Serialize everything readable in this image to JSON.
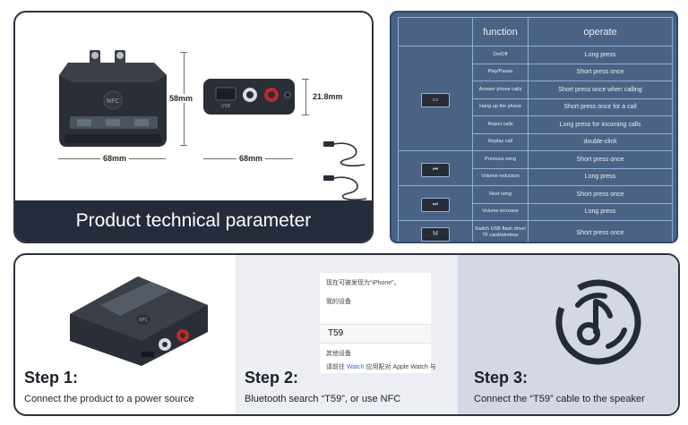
{
  "panel_params": {
    "banner": "Product technical parameter",
    "dims": {
      "height": "58mm",
      "width_front": "68mm",
      "width_back": "68mm",
      "depth": "21.8mm"
    }
  },
  "function_table": {
    "header_function": "function",
    "header_operate": "operate",
    "groups": [
      {
        "icon": "play-pause-icon",
        "icon_glyph": "▭",
        "rows": [
          {
            "function": "On/Off",
            "operate": "Long press"
          },
          {
            "function": "Play/Pause",
            "operate": "Short press once"
          },
          {
            "function": "Answer phone calls",
            "operate": "Short press once when calling"
          },
          {
            "function": "Hang up the phone",
            "operate": "Short press once for a call"
          },
          {
            "function": "Reject calls",
            "operate": "Long press for incoming calls"
          },
          {
            "function": "Replay call",
            "operate": "double-click"
          }
        ]
      },
      {
        "icon": "previous-icon",
        "icon_glyph": "⏮",
        "rows": [
          {
            "function": "Previous song",
            "operate": "Short press once"
          },
          {
            "function": "Volume reduction",
            "operate": "Long press"
          }
        ]
      },
      {
        "icon": "next-icon",
        "icon_glyph": "⏭",
        "rows": [
          {
            "function": "Next song",
            "operate": "Short press once"
          },
          {
            "function": "Volume increase",
            "operate": "Long press"
          }
        ]
      },
      {
        "icon": "mode-icon",
        "icon_glyph": "M",
        "rows": [
          {
            "function": "Switch USB flash drive/ TF card/wireless",
            "operate": "Short press once"
          }
        ]
      }
    ]
  },
  "steps": [
    {
      "title": "Step 1:",
      "desc": "Connect the product to a power source"
    },
    {
      "title": "Step 2:",
      "desc": "Bluetooth search “T59”, or use NFC"
    },
    {
      "title": "Step 3:",
      "desc": "Connect the “T59” cable to the speaker"
    }
  ],
  "phone_screen": {
    "discoverable": "现在可被发现为“iPhone”。",
    "my_devices": "我的设备",
    "device_name": "T59",
    "other_devices": "其他设备",
    "pair_prefix": "请前往",
    "pair_link": "Watch",
    "pair_suffix": "应用配对 Apple Watch 与"
  },
  "colors": {
    "dark": "#252b3a",
    "table_bg": "#4a6384",
    "link": "#2f6fd1"
  }
}
